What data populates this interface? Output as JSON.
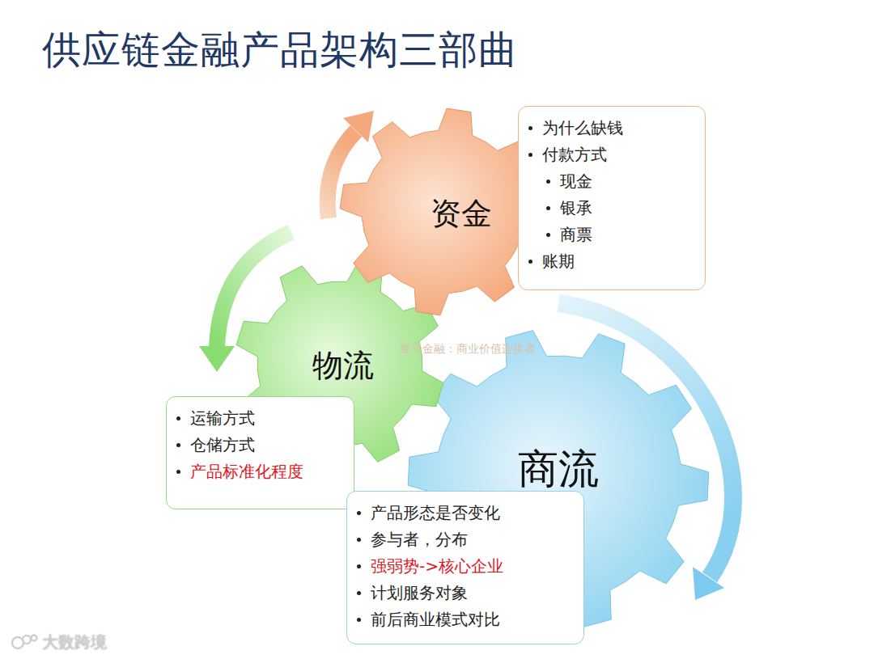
{
  "diagram": {
    "title": "供应链金融产品架构三部曲",
    "nodes": [
      {
        "text": [
          "资金"
        ]
      },
      {
        "text": [
          "为什么缺钱",
          "付款方式",
          "现金",
          "银承",
          "商票",
          "账期"
        ]
      },
      {
        "text": [
          "物流"
        ]
      },
      {
        "text": [
          "运输方式",
          "仓储方式",
          "产品标准化程度"
        ]
      },
      {
        "text": [
          "商流"
        ]
      },
      {
        "text": [
          "产品形态是否变化",
          "参与者，分布",
          "强弱势->核心企业",
          "计划服务对象",
          "前后商业模式对比"
        ]
      }
    ],
    "labels": [
      "壹号金融：商业价值连接者",
      "大数跨境"
    ]
  }
}
